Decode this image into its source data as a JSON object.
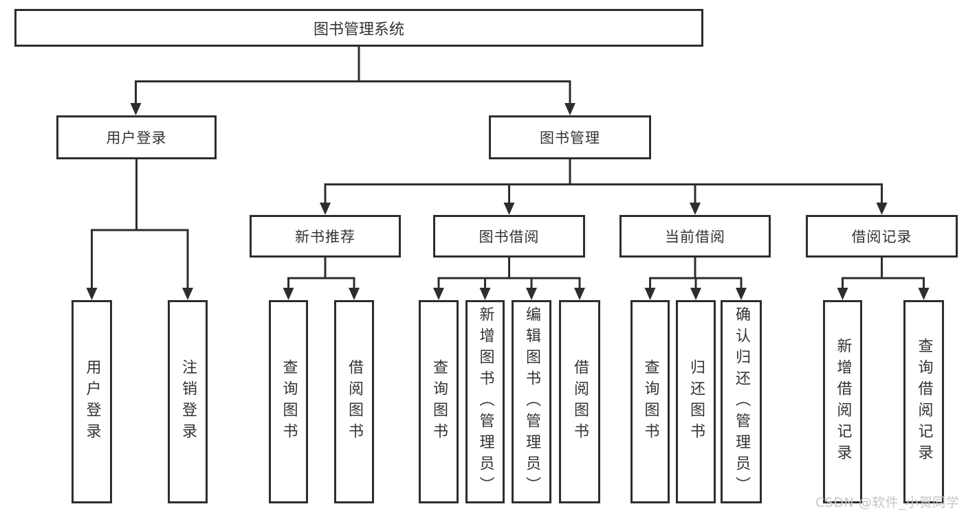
{
  "diagram": {
    "root": {
      "label": "图书管理系统"
    },
    "branches": [
      {
        "label": "用户登录",
        "children": [
          {
            "label": "用户登录"
          },
          {
            "label": "注销登录"
          }
        ]
      },
      {
        "label": "图书管理",
        "groups": [
          {
            "label": "新书推荐",
            "children": [
              {
                "label": "查询图书"
              },
              {
                "label": "借阅图书"
              }
            ]
          },
          {
            "label": "图书借阅",
            "children": [
              {
                "label": "查询图书"
              },
              {
                "label": "新增图书（管理员）"
              },
              {
                "label": "编辑图书（管理员）"
              },
              {
                "label": "借阅图书"
              }
            ]
          },
          {
            "label": "当前借阅",
            "children": [
              {
                "label": "查询图书"
              },
              {
                "label": "归还图书"
              },
              {
                "label": "确认归还（管理员）"
              }
            ]
          },
          {
            "label": "借阅记录",
            "children": [
              {
                "label": "新增借阅记录"
              },
              {
                "label": "查询借阅记录"
              }
            ]
          }
        ]
      }
    ]
  },
  "watermark": {
    "text": "CSDN @软件_小贺同学"
  },
  "colors": {
    "line": "#2d2d2d",
    "text": "#333333",
    "background": "#ffffff",
    "watermark": "#c6c6c8"
  }
}
